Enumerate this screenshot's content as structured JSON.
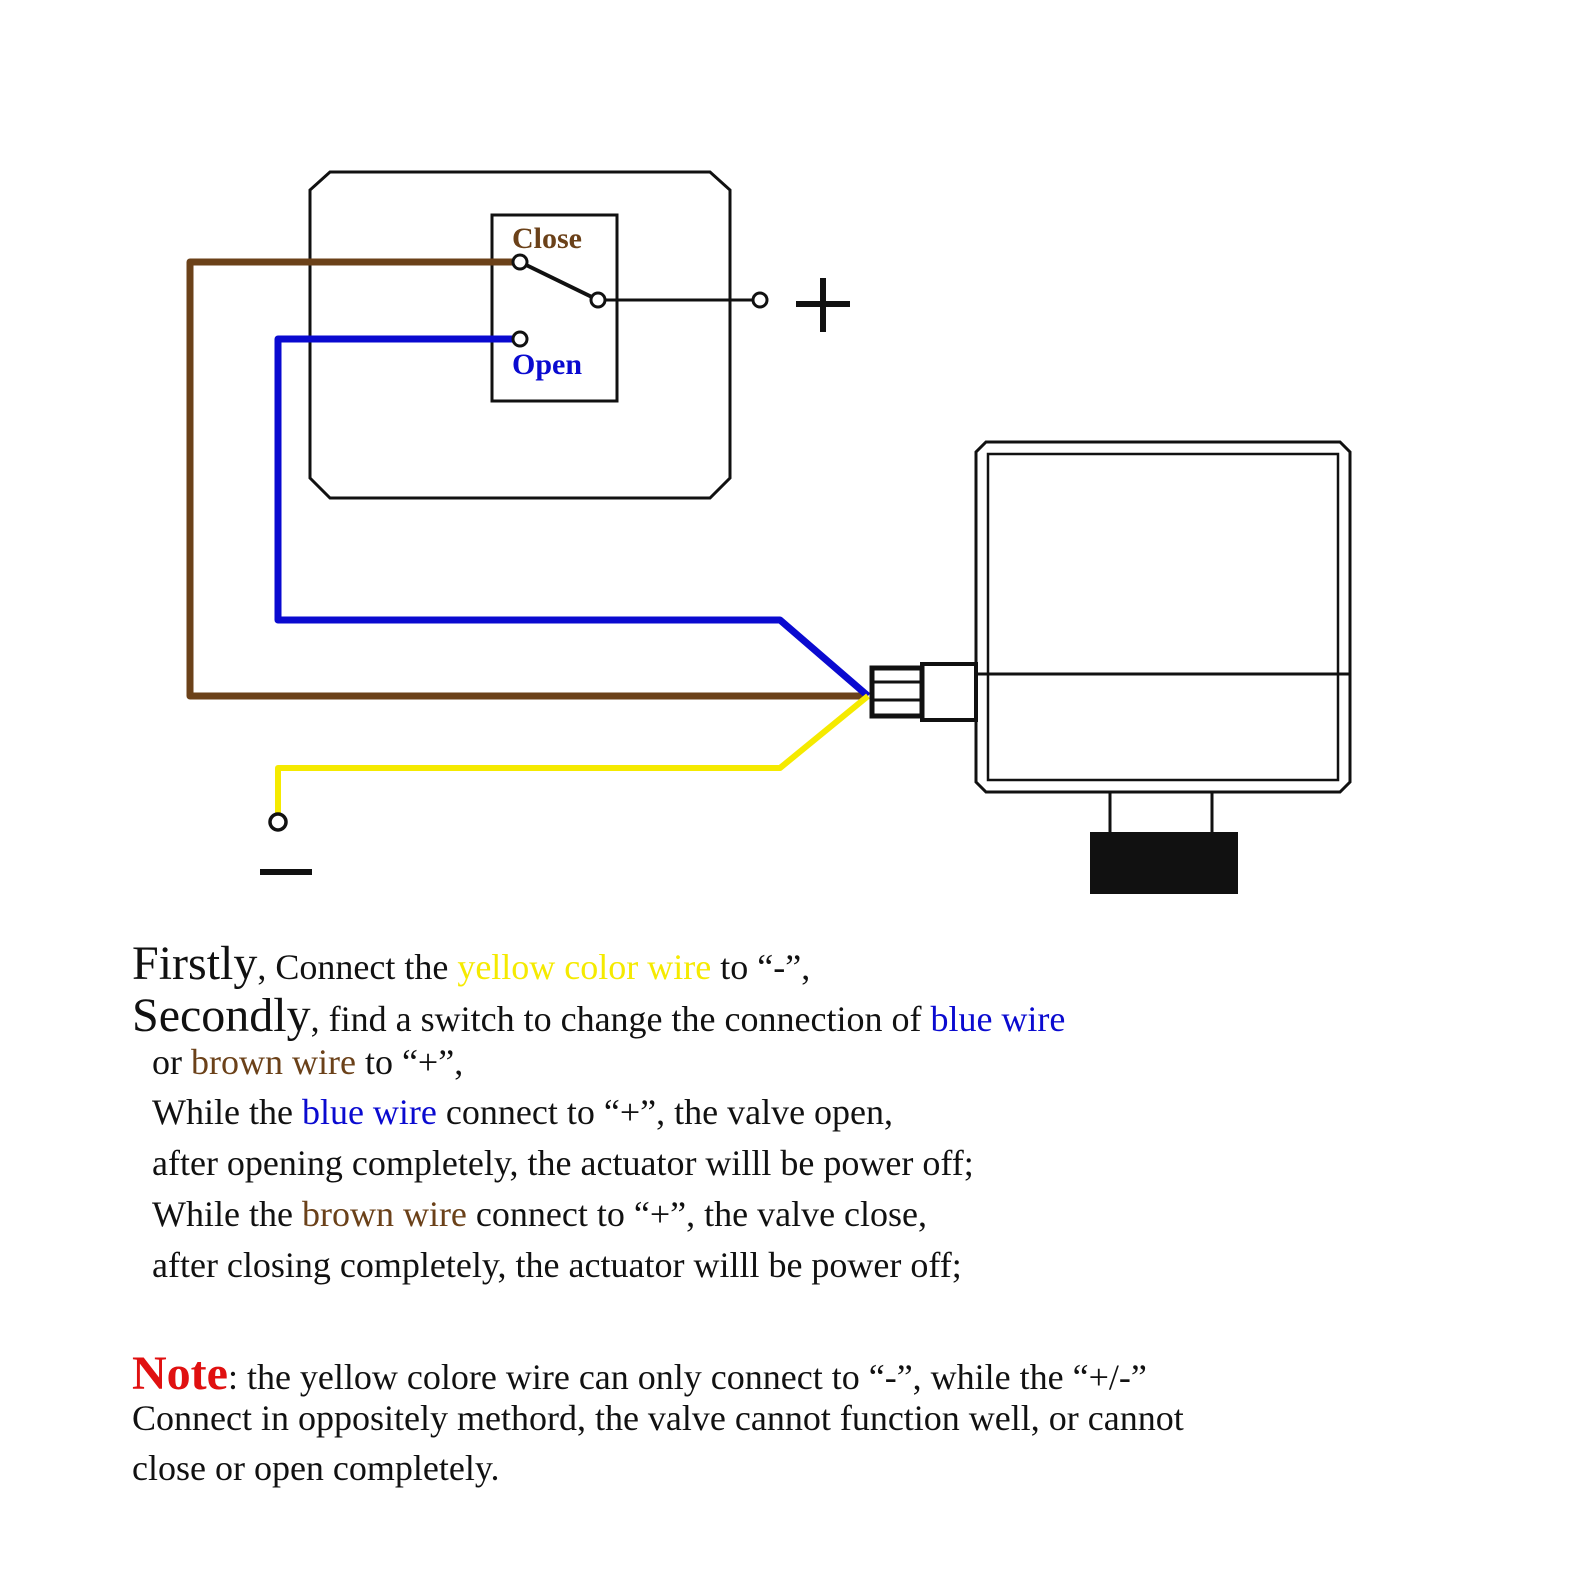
{
  "colors": {
    "brown": "#6b4119",
    "blue": "#0a0ad0",
    "yellow": "#f5ea00",
    "red": "#e01010",
    "black": "#111111"
  },
  "diagram": {
    "close_label": "Close",
    "open_label": "Open",
    "plus_symbol": "+",
    "minus_symbol": "—"
  },
  "instructions": {
    "line1": {
      "lead": "Firstly",
      "t1": ", Connect the ",
      "yellow": "yellow color wire",
      "t2": " to “-”,"
    },
    "line2": {
      "lead": "Secondly",
      "t1": ", find a switch to change the connection of ",
      "blue": "blue wire"
    },
    "line3": {
      "t1": "or ",
      "brown": "brown wire",
      "t2": " to “+”,"
    },
    "line4": {
      "t1": "While the ",
      "blue": "blue wire",
      "t2": " connect to “+”, the valve open,"
    },
    "line5": {
      "t1": "after opening completely, the actuator willl be power off;"
    },
    "line6": {
      "t1": "While the ",
      "brown": "brown wire",
      "t2": " connect to “+”, the valve close,"
    },
    "line7": {
      "t1": "after closing completely, the actuator willl be power off;"
    }
  },
  "note": {
    "lead": "Note",
    "line1": ": the yellow colore wire can only connect to “-”, while the “+/-”",
    "line2": "Connect in oppositely methord, the valve cannot function well, or cannot",
    "line3": "close or open completely."
  }
}
